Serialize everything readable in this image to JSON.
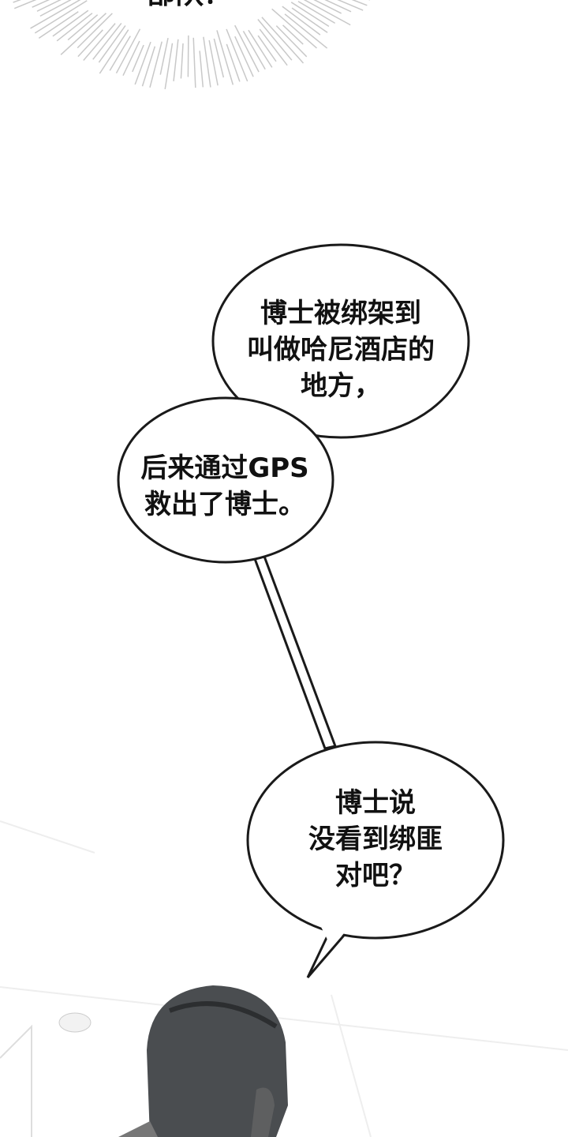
{
  "top_caption": "部队？",
  "bubbles": [
    {
      "lines": [
        "博士被绑架到",
        "叫做哈尼酒店的",
        "地方，"
      ]
    },
    {
      "lines": [
        "后来通过GPS",
        "救出了博士。"
      ]
    },
    {
      "lines": [
        "博士说",
        "没看到绑匪",
        "对吧？"
      ]
    }
  ],
  "colors": {
    "background": "#ffffff",
    "bubble_stroke": "#1a1a1a",
    "hair": "#4a4d50",
    "text": "#111111"
  }
}
